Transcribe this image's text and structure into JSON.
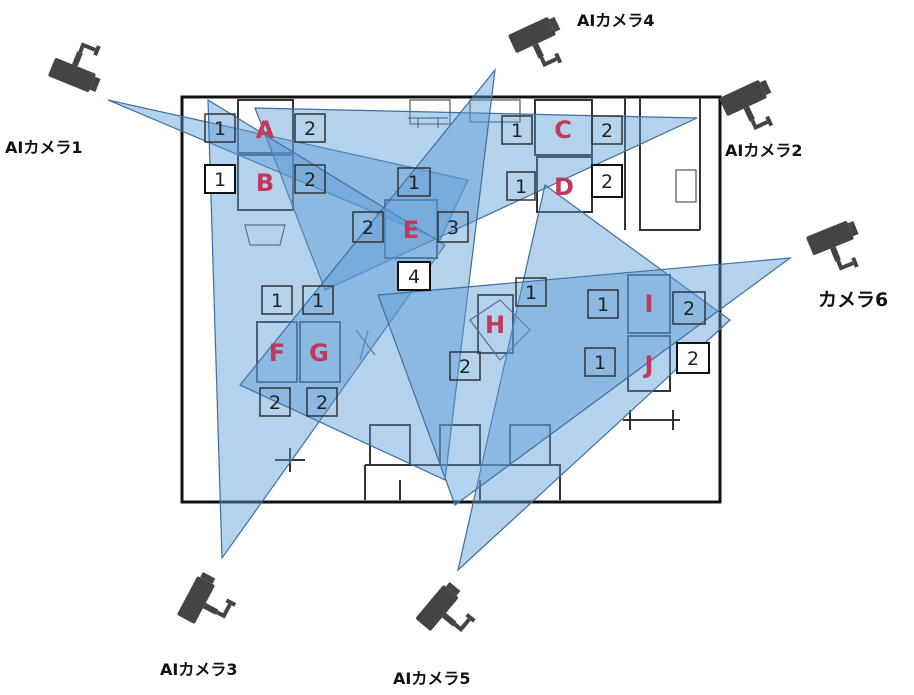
{
  "zones": [
    {
      "id": "A",
      "label": "A"
    },
    {
      "id": "B",
      "label": "B"
    },
    {
      "id": "C",
      "label": "C"
    },
    {
      "id": "D",
      "label": "D"
    },
    {
      "id": "E",
      "label": "E"
    },
    {
      "id": "F",
      "label": "F"
    },
    {
      "id": "G",
      "label": "G"
    },
    {
      "id": "H",
      "label": "H"
    },
    {
      "id": "I",
      "label": "I"
    },
    {
      "id": "J",
      "label": "J"
    }
  ],
  "seats": {
    "A1": "1",
    "A2": "2",
    "B1": "1",
    "B2": "2",
    "C1": "1",
    "C2": "2",
    "D1": "1",
    "D2": "2",
    "E1": "1",
    "E2": "2",
    "E3": "3",
    "E4": "4",
    "F1": "1",
    "F2": "2",
    "G1": "1",
    "G2": "2",
    "H1": "1",
    "H2": "2",
    "I1": "1",
    "I2": "2",
    "J1": "1",
    "J2": "2"
  },
  "cameras": [
    {
      "id": "cam1",
      "label": "AIカメラ1",
      "icon": "security-camera-icon"
    },
    {
      "id": "cam2",
      "label": "AIカメラ2",
      "icon": "security-camera-icon"
    },
    {
      "id": "cam3",
      "label": "AIカメラ3",
      "icon": "security-camera-icon"
    },
    {
      "id": "cam4",
      "label": "AIカメラ4",
      "icon": "security-camera-icon"
    },
    {
      "id": "cam5",
      "label": "AIカメラ5",
      "icon": "security-camera-icon"
    },
    {
      "id": "cam6",
      "label": "カメラ6",
      "icon": "security-camera-icon"
    }
  ],
  "colors": {
    "coverage_fill": "#5b9bd5",
    "coverage_stroke": "#3d6fa3",
    "zone_letter": "#c0395a",
    "camera_body": "#444444"
  }
}
